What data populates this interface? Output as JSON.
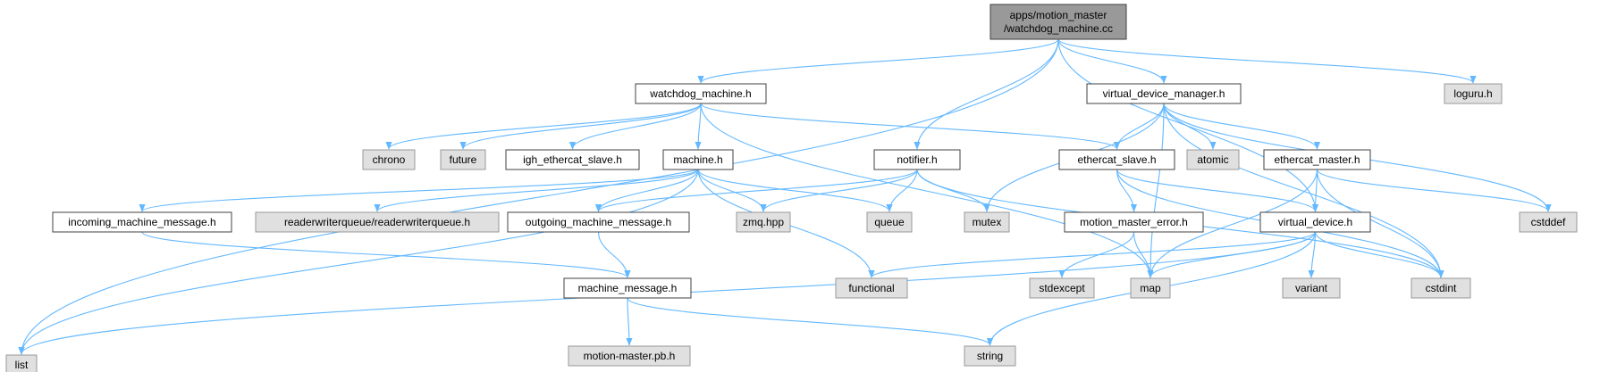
{
  "colors": {
    "edge": "#63b8ff",
    "root_fill": "#999999",
    "local_fill": "#ffffff",
    "system_fill": "#e0e0e0",
    "border_dark": "#404040",
    "border_sys": "#999999"
  },
  "nodes": [
    {
      "id": "root",
      "lines": [
        "apps/motion_master",
        "/watchdog_machine.cc"
      ],
      "kind": "root"
    },
    {
      "id": "list",
      "lines": [
        "list"
      ],
      "kind": "system"
    },
    {
      "id": "watchdog_machine_h",
      "lines": [
        "watchdog_machine.h"
      ],
      "kind": "local"
    },
    {
      "id": "notifier_h",
      "lines": [
        "notifier.h"
      ],
      "kind": "local"
    },
    {
      "id": "virtual_device_manager_h",
      "lines": [
        "virtual_device_manager.h"
      ],
      "kind": "local"
    },
    {
      "id": "virtual_device_h",
      "lines": [
        "virtual_device.h"
      ],
      "kind": "local"
    },
    {
      "id": "loguru_h",
      "lines": [
        "loguru.h"
      ],
      "kind": "system"
    },
    {
      "id": "chrono",
      "lines": [
        "chrono"
      ],
      "kind": "system"
    },
    {
      "id": "future",
      "lines": [
        "future"
      ],
      "kind": "system"
    },
    {
      "id": "igh_ethercat_slave_h",
      "lines": [
        "igh_ethercat_slave.h"
      ],
      "kind": "local"
    },
    {
      "id": "machine_h",
      "lines": [
        "machine.h"
      ],
      "kind": "local"
    },
    {
      "id": "ethercat_slave_h",
      "lines": [
        "ethercat_slave.h"
      ],
      "kind": "local"
    },
    {
      "id": "atomic",
      "lines": [
        "atomic"
      ],
      "kind": "system"
    },
    {
      "id": "ethercat_master_h",
      "lines": [
        "ethercat_master.h"
      ],
      "kind": "local"
    },
    {
      "id": "cstddef",
      "lines": [
        "cstddef"
      ],
      "kind": "system"
    },
    {
      "id": "incoming_machine_message_h",
      "lines": [
        "incoming_machine_message.h"
      ],
      "kind": "local"
    },
    {
      "id": "readerwriterqueue_h",
      "lines": [
        "readerwriterqueue/readerwriterqueue.h"
      ],
      "kind": "system"
    },
    {
      "id": "outgoing_machine_message_h",
      "lines": [
        "outgoing_machine_message.h"
      ],
      "kind": "local"
    },
    {
      "id": "zmq_hpp",
      "lines": [
        "zmq.hpp"
      ],
      "kind": "system"
    },
    {
      "id": "queue",
      "lines": [
        "queue"
      ],
      "kind": "system"
    },
    {
      "id": "mutex",
      "lines": [
        "mutex"
      ],
      "kind": "system"
    },
    {
      "id": "motion_master_error_h",
      "lines": [
        "motion_master_error.h"
      ],
      "kind": "local"
    },
    {
      "id": "functional",
      "lines": [
        "functional"
      ],
      "kind": "system"
    },
    {
      "id": "machine_message_h",
      "lines": [
        "machine_message.h"
      ],
      "kind": "local"
    },
    {
      "id": "stdexcept",
      "lines": [
        "stdexcept"
      ],
      "kind": "system"
    },
    {
      "id": "map",
      "lines": [
        "map"
      ],
      "kind": "system"
    },
    {
      "id": "variant",
      "lines": [
        "variant"
      ],
      "kind": "system"
    },
    {
      "id": "cstdint",
      "lines": [
        "cstdint"
      ],
      "kind": "system"
    },
    {
      "id": "motion_master_pb_h",
      "lines": [
        "motion-master.pb.h"
      ],
      "kind": "system"
    },
    {
      "id": "string",
      "lines": [
        "string"
      ],
      "kind": "system"
    }
  ],
  "edges": [
    [
      "root",
      "list"
    ],
    [
      "root",
      "watchdog_machine_h"
    ],
    [
      "root",
      "notifier_h"
    ],
    [
      "root",
      "virtual_device_manager_h"
    ],
    [
      "root",
      "virtual_device_h"
    ],
    [
      "root",
      "loguru_h"
    ],
    [
      "watchdog_machine_h",
      "chrono"
    ],
    [
      "watchdog_machine_h",
      "future"
    ],
    [
      "watchdog_machine_h",
      "igh_ethercat_slave_h"
    ],
    [
      "watchdog_machine_h",
      "machine_h"
    ],
    [
      "watchdog_machine_h",
      "ethercat_slave_h"
    ],
    [
      "watchdog_machine_h",
      "map"
    ],
    [
      "machine_h",
      "list"
    ],
    [
      "machine_h",
      "incoming_machine_message_h"
    ],
    [
      "machine_h",
      "readerwriterqueue_h"
    ],
    [
      "machine_h",
      "outgoing_machine_message_h"
    ],
    [
      "machine_h",
      "zmq_hpp"
    ],
    [
      "machine_h",
      "queue"
    ],
    [
      "machine_h",
      "functional"
    ],
    [
      "notifier_h",
      "outgoing_machine_message_h"
    ],
    [
      "notifier_h",
      "zmq_hpp"
    ],
    [
      "notifier_h",
      "queue"
    ],
    [
      "notifier_h",
      "mutex"
    ],
    [
      "notifier_h",
      "cstdint"
    ],
    [
      "virtual_device_manager_h",
      "mutex"
    ],
    [
      "virtual_device_manager_h",
      "map"
    ],
    [
      "virtual_device_manager_h",
      "ethercat_slave_h"
    ],
    [
      "virtual_device_manager_h",
      "atomic"
    ],
    [
      "virtual_device_manager_h",
      "ethercat_master_h"
    ],
    [
      "virtual_device_manager_h",
      "cstddef"
    ],
    [
      "virtual_device_manager_h",
      "cstdint"
    ],
    [
      "ethercat_slave_h",
      "motion_master_error_h"
    ],
    [
      "ethercat_slave_h",
      "virtual_device_h"
    ],
    [
      "ethercat_slave_h",
      "cstdint"
    ],
    [
      "ethercat_master_h",
      "virtual_device_h"
    ],
    [
      "ethercat_master_h",
      "map"
    ],
    [
      "ethercat_master_h",
      "cstddef"
    ],
    [
      "ethercat_master_h",
      "cstdint"
    ],
    [
      "virtual_device_h",
      "list"
    ],
    [
      "virtual_device_h",
      "functional"
    ],
    [
      "virtual_device_h",
      "map"
    ],
    [
      "virtual_device_h",
      "variant"
    ],
    [
      "virtual_device_h",
      "cstdint"
    ],
    [
      "virtual_device_h",
      "string"
    ],
    [
      "motion_master_error_h",
      "stdexcept"
    ],
    [
      "motion_master_error_h",
      "map"
    ],
    [
      "incoming_machine_message_h",
      "machine_message_h"
    ],
    [
      "outgoing_machine_message_h",
      "machine_message_h"
    ],
    [
      "machine_message_h",
      "motion_master_pb_h"
    ],
    [
      "machine_message_h",
      "string"
    ]
  ]
}
